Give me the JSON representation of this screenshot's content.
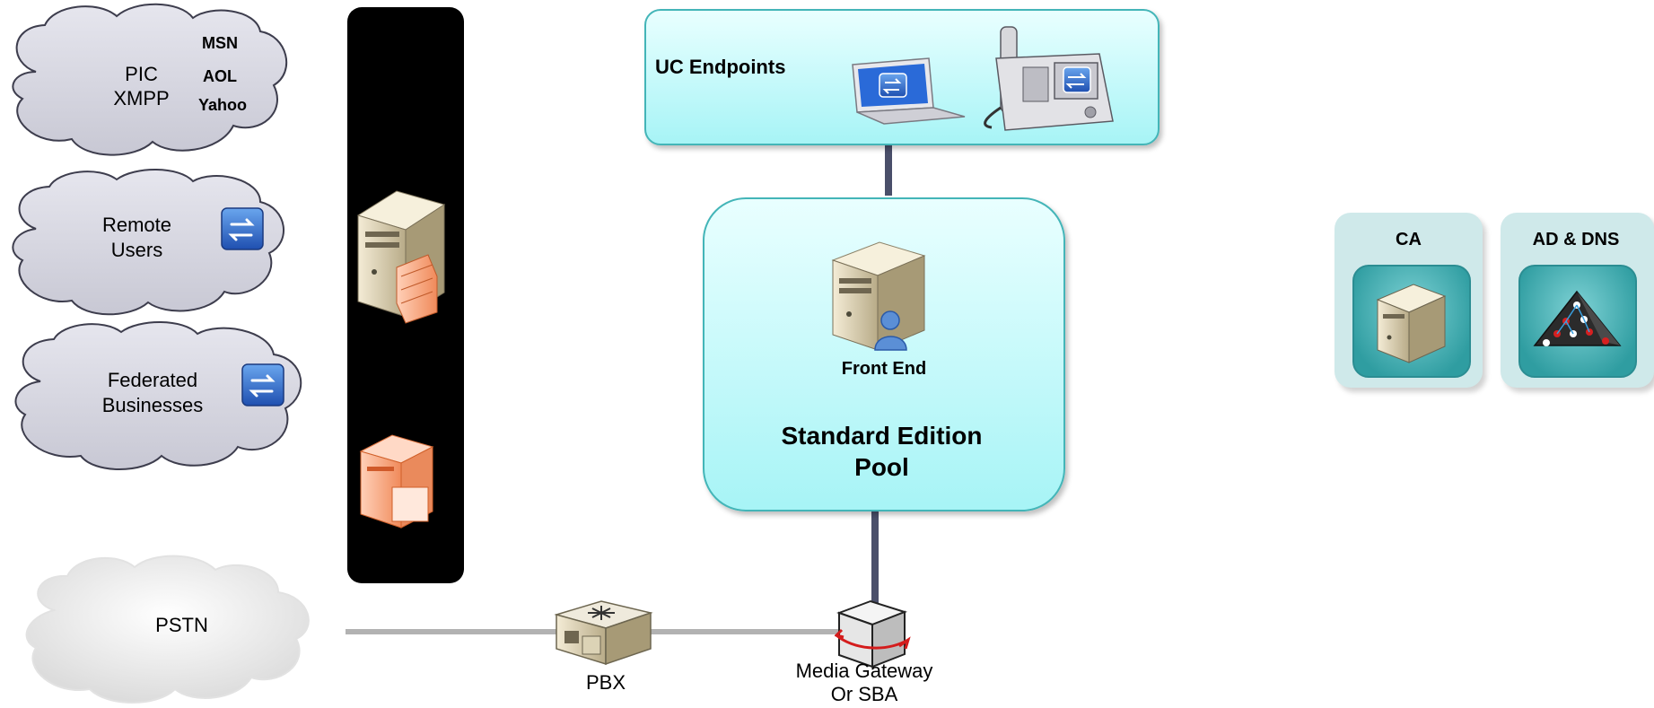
{
  "clouds": {
    "im": {
      "line1": "PIC",
      "line2": "XMPP",
      "msn": "MSN",
      "aol": "AOL",
      "yahoo": "Yahoo"
    },
    "remote": {
      "line1": "Remote",
      "line2": "Users"
    },
    "federated": {
      "line1": "Federated",
      "line2": "Businesses"
    },
    "pstn": {
      "label": "PSTN"
    }
  },
  "endpoints": {
    "title": "UC Endpoints"
  },
  "pool": {
    "server_label": "Front End",
    "title_line1": "Standard Edition",
    "title_line2": "Pool"
  },
  "pbx": {
    "label": "PBX"
  },
  "gateway": {
    "line1": "Media Gateway",
    "line2": "Or SBA"
  },
  "ca": {
    "label": "CA"
  },
  "ad": {
    "label": "AD & DNS"
  },
  "colors": {
    "cloud_gray": "#d6d6e0",
    "pool_cyan": "#a7f4f6",
    "connector": "#4a4f6a",
    "edge_black": "#000000"
  }
}
